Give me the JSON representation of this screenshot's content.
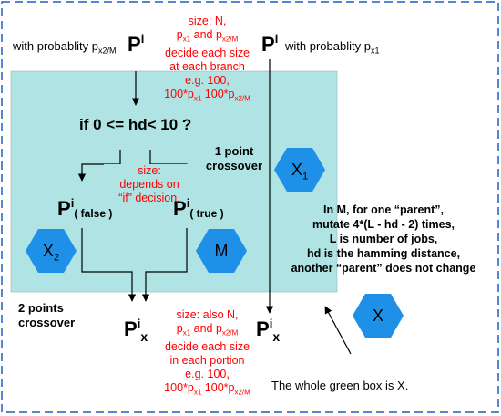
{
  "labels": {
    "with_prob_left": "with probablity p",
    "with_prob_left_sub": "x2/M",
    "with_prob_right": "with probablity p",
    "with_prob_right_sub": "x1",
    "p_base": "P",
    "p_sup": "i",
    "p_x_sub": "x",
    "if_condition": "if 0 <= hd< 10 ?",
    "false_label": "( false )",
    "true_label": "( true )",
    "one_point": "1 point",
    "one_point_b": "crossover",
    "two_points": "2 points",
    "two_points_b": "crossover",
    "hex_x1": "X",
    "hex_x1_sub": "1",
    "hex_x2": "X",
    "hex_x2_sub": "2",
    "hex_m": "M",
    "hex_x": "X",
    "whole_box": "The whole green box is X."
  },
  "top_note": {
    "line1": "size: N,",
    "line2a": "p",
    "line2b": "x1",
    "line2c": " and p",
    "line2d": "x2/M",
    "line3": "decide each size",
    "line4": "at each branch",
    "line5": "e.g. 100,",
    "line6a": "100*p",
    "line6b": "x1",
    "line6c": " 100*p",
    "line6d": "x2/M"
  },
  "mid_note": {
    "line1": "size:",
    "line2": "depends on",
    "line3": "“if” decision,"
  },
  "bottom_note": {
    "line1": "size: also N,",
    "line2a": "p",
    "line2b": "x1",
    "line2c": " and p",
    "line2d": "x2/M",
    "line3": "decide each size",
    "line4": "in each portion",
    "line5": "e.g. 100,",
    "line6a": "100*p",
    "line6b": "x1",
    "line6c": " 100*p",
    "line6d": "x2/M"
  },
  "mutation_note": {
    "line1": "In M,  for one “parent”,",
    "line2": "mutate 4*(L - hd - 2) times,",
    "line3": "L is number of jobs,",
    "line4": "hd is the hamming distance,",
    "line5": "another “parent” does not change"
  },
  "colors": {
    "green_box": "#b0e4e4",
    "hexagon": "#1e90e8",
    "frame": "#1f5fbf",
    "note_red": "#ff0000"
  }
}
